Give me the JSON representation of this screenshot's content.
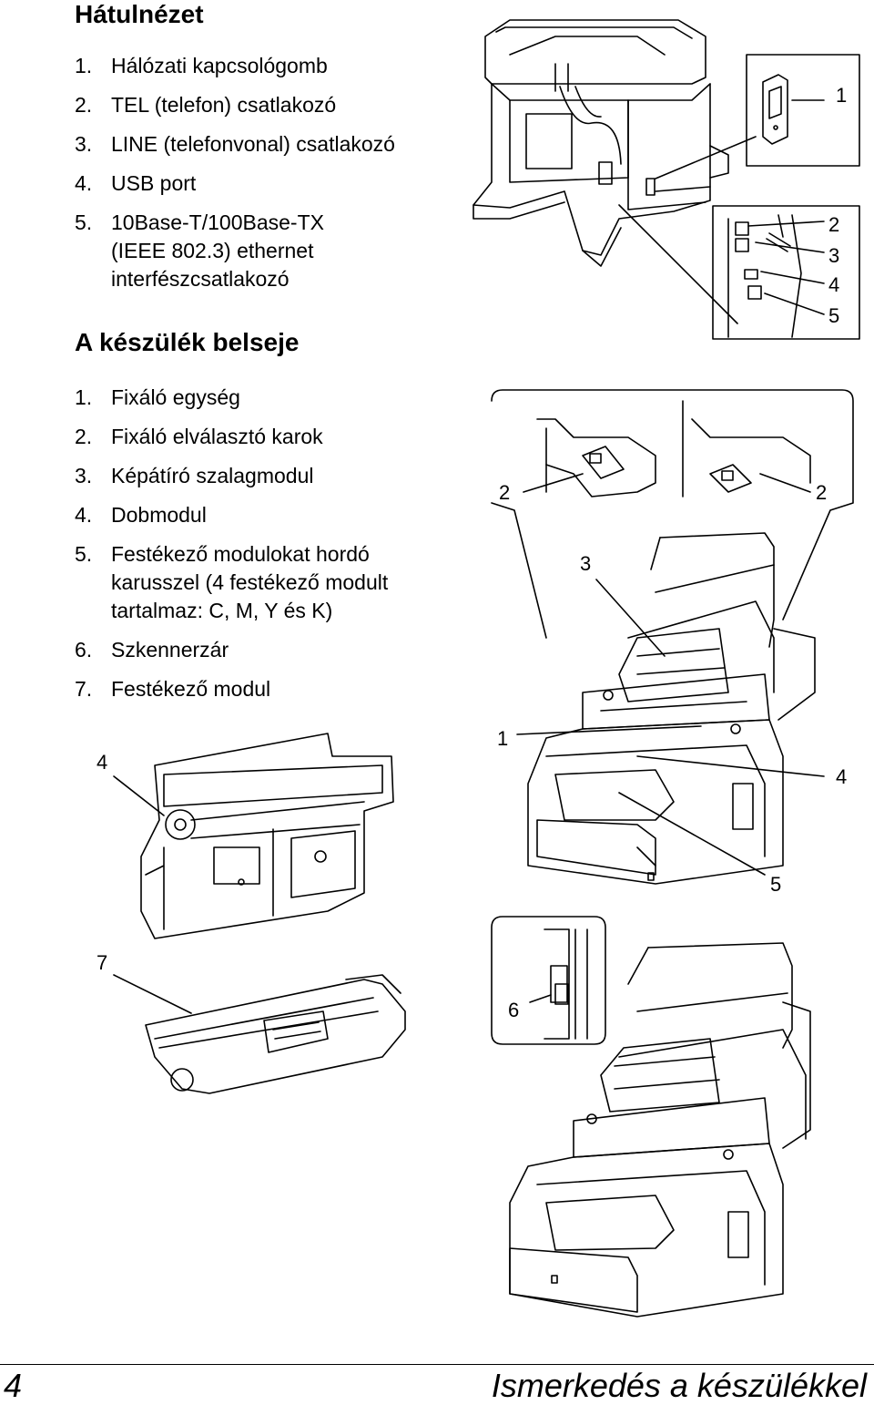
{
  "rear": {
    "heading": "Hátulnézet",
    "items": [
      {
        "num": "1.",
        "text": "Hálózati kapcsológomb"
      },
      {
        "num": "2.",
        "text": "TEL (telefon) csatlakozó"
      },
      {
        "num": "3.",
        "text": "LINE (telefonvonal) csatlakozó"
      },
      {
        "num": "4.",
        "text": "USB port"
      },
      {
        "num": "5.",
        "text": "10Base-T/100Base-TX\n(IEEE 802.3) ethernet\ninterfészcsatlakozó"
      }
    ],
    "callouts": [
      "1",
      "2",
      "3",
      "4",
      "5"
    ]
  },
  "inside": {
    "heading": "A készülék belseje",
    "items": [
      {
        "num": "1.",
        "text": "Fixáló egység"
      },
      {
        "num": "2.",
        "text": "Fixáló elválasztó karok"
      },
      {
        "num": "3.",
        "text": "Képátíró szalagmodul"
      },
      {
        "num": "4.",
        "text": "Dobmodul"
      },
      {
        "num": "5.",
        "text": "Festékező modulokat hordó\nkarusszel (4 festékező modult\ntartalmaz: C, M, Y és K)"
      },
      {
        "num": "6.",
        "text": "Szkennerzár"
      },
      {
        "num": "7.",
        "text": "Festékező modul"
      }
    ],
    "callouts": {
      "lever_left": "2",
      "lever_right": "2",
      "belt": "3",
      "fuser": "1",
      "drum_right": "4",
      "carousel": "5",
      "drum_left": "4",
      "scanner_lock": "6",
      "toner": "7"
    }
  },
  "footer": {
    "page_number": "4",
    "chapter_title": "Ismerkedés a készülékkel"
  }
}
